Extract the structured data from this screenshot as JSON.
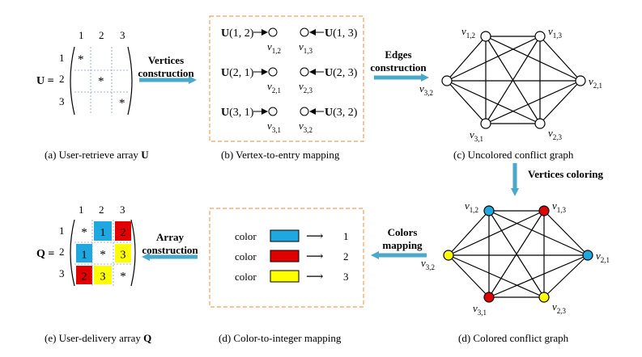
{
  "panels": {
    "a": {
      "caption_prefix": "(a) User-retrieve array ",
      "caption_bold": "U",
      "matrix_label": "U =",
      "col_headers": [
        "1",
        "2",
        "3"
      ],
      "row_headers": [
        "1",
        "2",
        "3"
      ],
      "cells": [
        [
          "*",
          "",
          ""
        ],
        [
          "",
          "*",
          ""
        ],
        [
          "",
          "",
          "*"
        ]
      ]
    },
    "b": {
      "caption": "(b) Vertex-to-entry mapping",
      "left_entries": [
        {
          "bold": "U",
          "text": "(1, 2)",
          "v": "1,2"
        },
        {
          "bold": "U",
          "text": "(2, 1)",
          "v": "2,1"
        },
        {
          "bold": "U",
          "text": "(3, 1)",
          "v": "3,1"
        }
      ],
      "right_entries": [
        {
          "bold": "U",
          "text": "(1, 3)",
          "v": "1,3"
        },
        {
          "bold": "U",
          "text": "(2, 3)",
          "v": "2,3"
        },
        {
          "bold": "U",
          "text": "(3, 2)",
          "v": "3,2"
        }
      ]
    },
    "c": {
      "caption": "(c) Uncolored conflict graph",
      "vertex_labels": {
        "v12": "1,2",
        "v13": "1,3",
        "v21": "2,1",
        "v23": "2,3",
        "v31": "3,1",
        "v32": "3,2"
      }
    },
    "d_graph": {
      "caption": "(d) Colored conflict graph",
      "vertex_colors": {
        "v12": "#1fa8e0",
        "v13": "#e00000",
        "v21": "#1fa8e0",
        "v23": "#ffff00",
        "v31": "#e00000",
        "v32": "#ffff00"
      }
    },
    "d_map": {
      "caption": "(d) Color-to-integer mapping",
      "rows": [
        {
          "label": "color",
          "color": "#1fa8e0",
          "arrow": "⟶",
          "value": "1"
        },
        {
          "label": "color",
          "color": "#e00000",
          "arrow": "⟶",
          "value": "2"
        },
        {
          "label": "color",
          "color": "#ffff00",
          "arrow": "⟶",
          "value": "3"
        }
      ]
    },
    "e": {
      "caption_prefix": "(e) User-delivery array ",
      "caption_bold": "Q",
      "matrix_label": "Q =",
      "col_headers": [
        "1",
        "2",
        "3"
      ],
      "row_headers": [
        "1",
        "2",
        "3"
      ],
      "cells": [
        [
          {
            "v": "*",
            "c": ""
          },
          {
            "v": "1",
            "c": "#1fa8e0"
          },
          {
            "v": "2",
            "c": "#e00000"
          }
        ],
        [
          {
            "v": "1",
            "c": "#1fa8e0"
          },
          {
            "v": "*",
            "c": ""
          },
          {
            "v": "3",
            "c": "#ffff00"
          }
        ],
        [
          {
            "v": "2",
            "c": "#e00000"
          },
          {
            "v": "3",
            "c": "#ffff00"
          },
          {
            "v": "*",
            "c": ""
          }
        ]
      ]
    }
  },
  "arrows": {
    "a_to_b": {
      "line1": "Vertices",
      "line2": "construction"
    },
    "b_to_c": {
      "line1": "Edges",
      "line2": "construction"
    },
    "c_to_d": {
      "line1": "Vertices coloring"
    },
    "d_to_dmap": {
      "line1": "Colors",
      "line2": "mapping"
    },
    "dmap_to_e": {
      "line1": "Array",
      "line2": "construction"
    }
  },
  "vertex_symbol": "v",
  "colors": {
    "arrow": "#4aa8c8",
    "dashed_box": "#f0a060",
    "grid": "#8aa0c8"
  }
}
